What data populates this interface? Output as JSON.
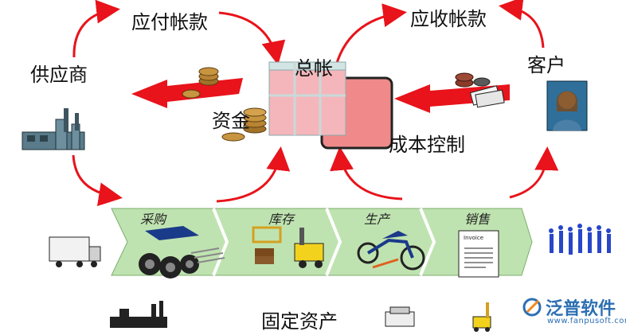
{
  "labels": {
    "payable": "应付帐款",
    "receivable": "应收帐款",
    "supplier": "供应商",
    "customer": "客户",
    "ledger": "总帐",
    "funds": "资金",
    "cost_control": "成本控制",
    "fixed_assets": "固定资产"
  },
  "stages": [
    "采购",
    "库存",
    "生产",
    "销售"
  ],
  "invoice_text": "Invoice",
  "brand": {
    "name": "泛普软件",
    "url": "www.fanpusoft.com"
  },
  "colors": {
    "arrow_red": "#e8131b",
    "band_green": "#bfe3b0",
    "ledger_pink": "#f4b6bb",
    "cost_box": "#f08a8a",
    "brand_blue": "#2c6fb3"
  }
}
